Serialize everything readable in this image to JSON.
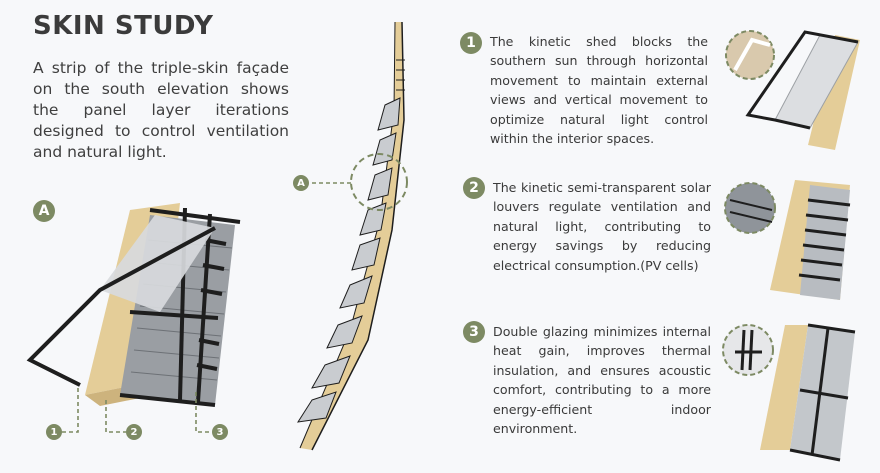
{
  "title": "SKIN STUDY",
  "intro": "A strip of the triple-skin façade on the south elevation shows the panel layer iterations designed to control ventilation and natural light.",
  "callout_main": "A",
  "callout_strip": "A",
  "layers": [
    {
      "number": "1",
      "text": "The kinetic shed blocks the southern sun through horizontal movement to maintain external views and vertical movement to optimize natural light control within the interior spaces."
    },
    {
      "number": "2",
      "text": "The kinetic semi-transparent solar louvers regulate ventilation and natural light, contributing to energy savings by reducing electrical consumption.(PV cells)"
    },
    {
      "number": "3",
      "text": "Double glazing minimizes internal heat gain, improves thermal insulation, and ensures acoustic comfort, contributing to a more energy-efficient indoor environment."
    }
  ],
  "legend_numbers": [
    "1",
    "2",
    "3"
  ],
  "colors": {
    "accent": "#7d8a63",
    "wood": "#e4cd98",
    "glass": "#c9ccd0",
    "frame": "#1e1e1e"
  }
}
